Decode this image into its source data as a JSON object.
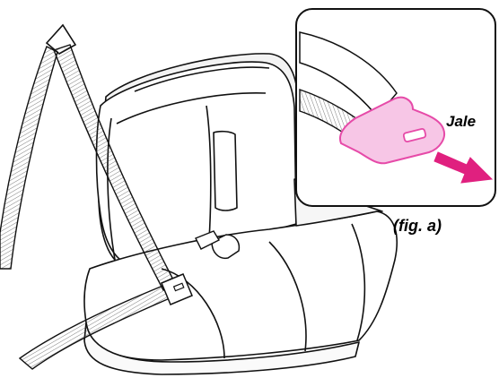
{
  "diagram": {
    "callout_label": "Jale",
    "figure_label": "(fig. a)",
    "colors": {
      "line": "#111111",
      "seat_fill": "#ffffff",
      "shadow": "#e6e6e6",
      "tongue": "#e64aa8",
      "tongue_fill": "#f7c6e6",
      "arrow": "#e0207f"
    },
    "icons": [
      "seat-belt-webbing",
      "buckle-tongue",
      "pull-arrow"
    ]
  }
}
